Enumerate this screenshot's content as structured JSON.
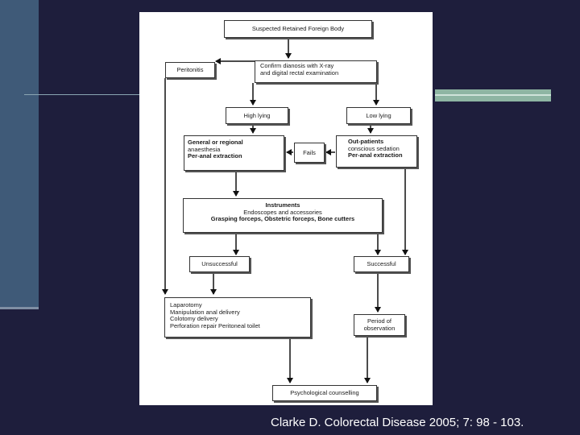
{
  "flowchart": {
    "start": "Suspected Retained Foreign Body",
    "peritonitis": "Peritonitis",
    "confirm": [
      "Confirm dianosis with X-ray",
      "and digital rectal examination"
    ],
    "high_lying": "High lying",
    "low_lying": "Low lying",
    "general": [
      "General or regional",
      "anaesthesia",
      "Per-anal extraction"
    ],
    "fails": "Fails",
    "outpatients": [
      "Out-patients",
      "conscious sedation",
      "Per-anal extraction"
    ],
    "instruments": [
      "Instruments",
      "Endoscopes and accessories",
      "Grasping forceps, Obstetric forceps, Bone cutters"
    ],
    "unsuccessful": "Unsuccessful",
    "successful": "Successful",
    "laparotomy": [
      "Laparotomy",
      "Manipulation anal delivery",
      "Colotomy delivery",
      "Perforation repair Peritoneal toilet"
    ],
    "observation": [
      "Period of",
      "observation"
    ],
    "counselling": "Psychological counselling"
  },
  "caption": "Clarke D. Colorectal Disease 2005; 7: 98 - 103.",
  "colors": {
    "background": "#1e1e3c",
    "left_bar": "#3f5a78",
    "accent_bar": "#8eb5a3"
  }
}
